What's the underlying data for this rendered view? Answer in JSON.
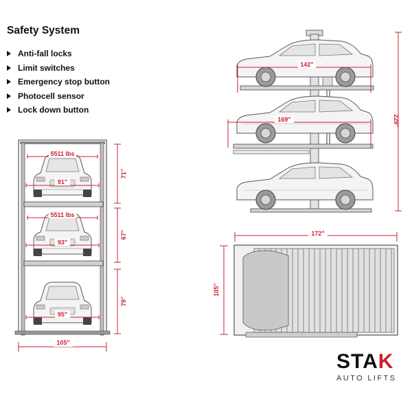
{
  "header": {
    "title": "Safety System"
  },
  "features": [
    {
      "label": "Anti-fall locks"
    },
    {
      "label": "Limit switches"
    },
    {
      "label": "Emergency stop button"
    },
    {
      "label": "Photocell sensor"
    },
    {
      "label": "Lock down button"
    }
  ],
  "front_view": {
    "levels": [
      {
        "capacity": "5511 lbs",
        "car_width": "91\"",
        "height": "71\""
      },
      {
        "capacity": "5511 lbs",
        "car_width": "93\"",
        "height": "67\""
      },
      {
        "capacity": "",
        "car_width": "95\"",
        "height": "79\""
      }
    ],
    "overall_width": "105\""
  },
  "side_view": {
    "upper_platform_length": "142\"",
    "middle_platform_length": "169\"",
    "overall_height": "228\""
  },
  "top_view": {
    "length": "172\"",
    "width": "105\""
  },
  "logo": {
    "brand_main": "STA",
    "brand_accent": "K",
    "tagline": "AUTO LIFTS",
    "accent_color": "#cc1f2f"
  }
}
